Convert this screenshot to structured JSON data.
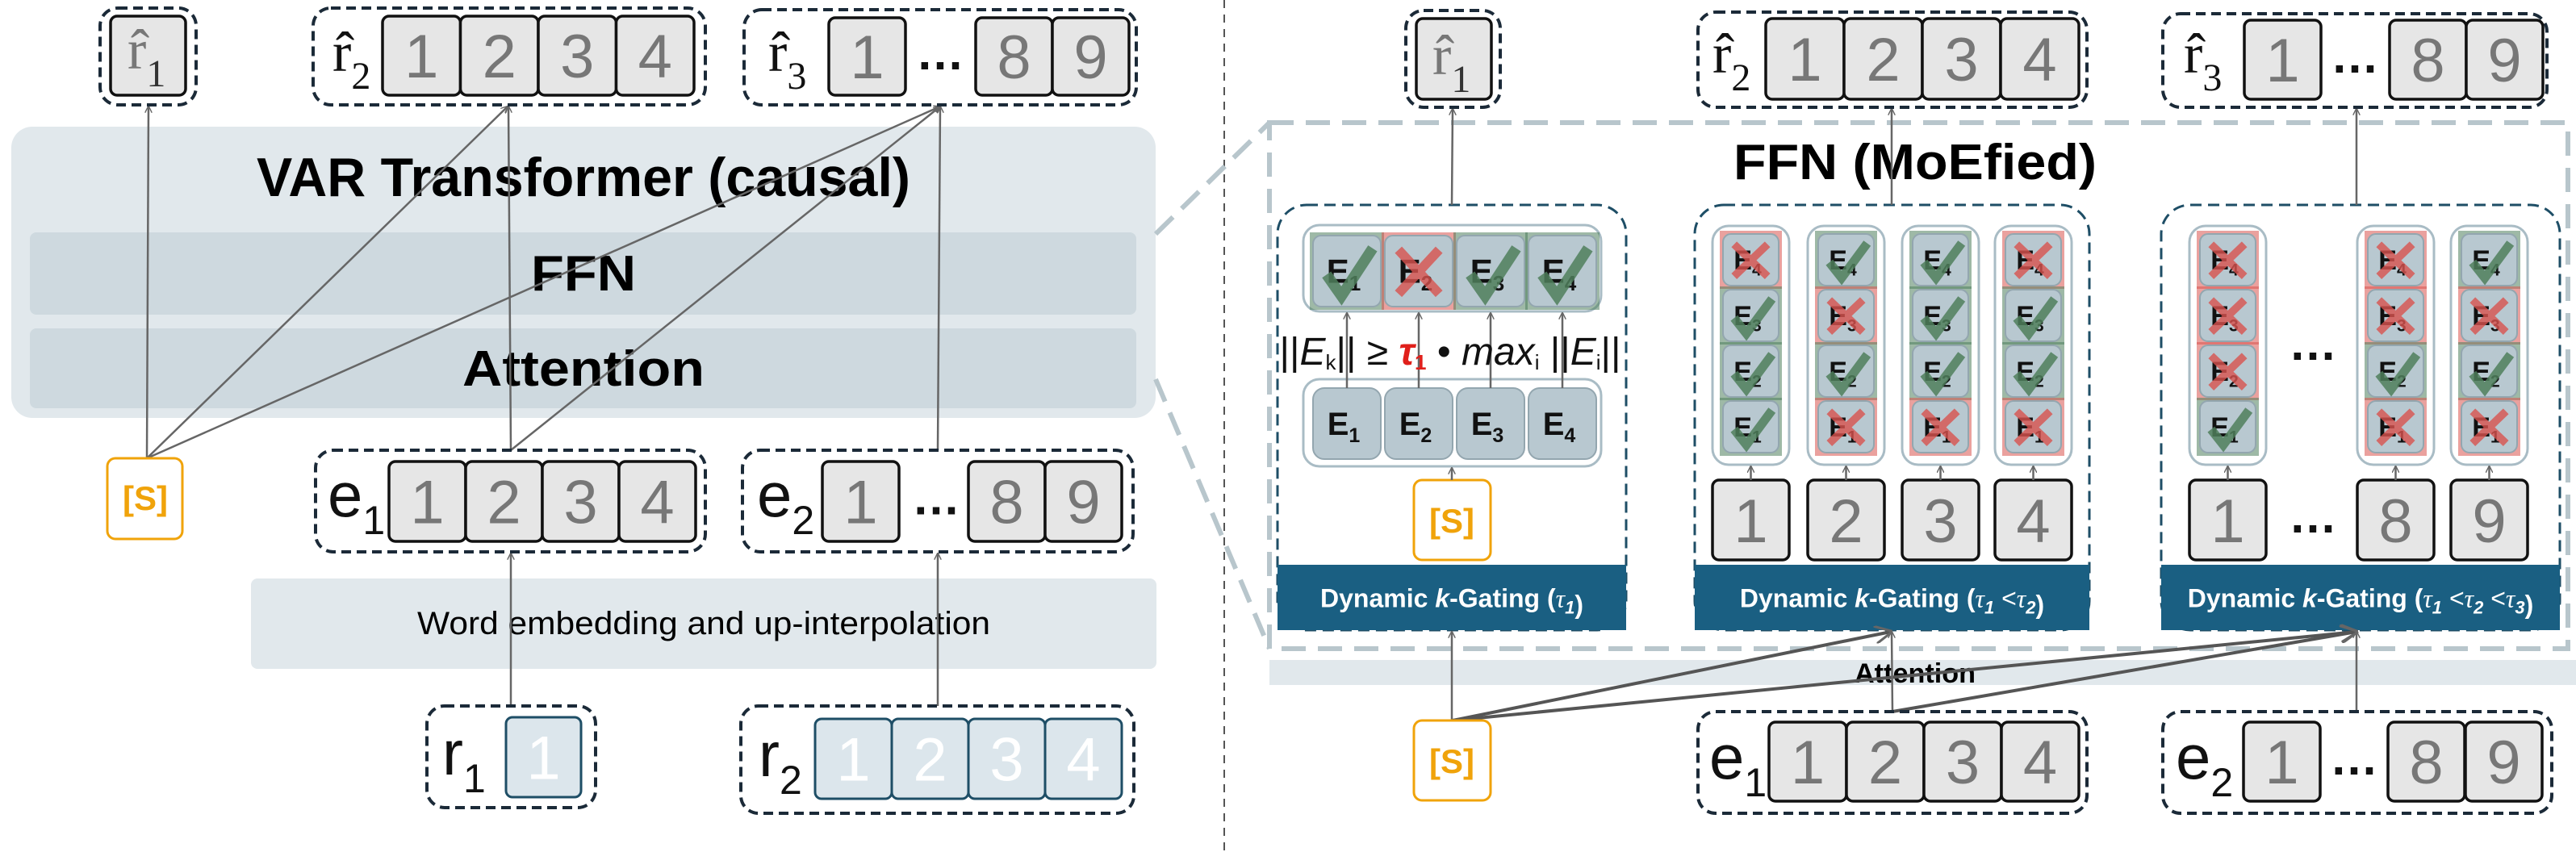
{
  "colors": {
    "block_bg": "#e1e8ec",
    "layer_bg": "#ced9df",
    "token_fill": "#e6e6e6",
    "token_text": "#777777",
    "input_fill": "#dce6ec",
    "input_border": "#1e4e66",
    "start_token": "#f0a30a",
    "expert_fill": "#b8c8d0",
    "selected": "#4f7f5c",
    "dropped": "#d9534f",
    "gating_bar": "#1a5f82",
    "tau_red": "#e0201b"
  },
  "left": {
    "title": "VAR Transformer (causal)",
    "ffn_label": "FFN",
    "attention_label": "Attention",
    "embedding_label": "Word embedding and up-interpolation",
    "start_token": "[S]",
    "r_hat_1": {
      "base": "r̂",
      "sub": "1",
      "cells": []
    },
    "r_hat_2": {
      "base": "r̂",
      "sub": "2",
      "cells": [
        "1",
        "2",
        "3",
        "4"
      ]
    },
    "r_hat_3": {
      "base": "r̂",
      "sub": "3",
      "cells": [
        "1",
        "…",
        "8",
        "9"
      ]
    },
    "e_1": {
      "base": "e",
      "sub": "1",
      "cells": [
        "1",
        "2",
        "3",
        "4"
      ]
    },
    "e_2": {
      "base": "e",
      "sub": "2",
      "cells": [
        "1",
        "…",
        "8",
        "9"
      ]
    },
    "r_1": {
      "base": "r",
      "sub": "1",
      "cells": [
        "1"
      ]
    },
    "r_2": {
      "base": "r",
      "sub": "2",
      "cells": [
        "1",
        "2",
        "3",
        "4"
      ]
    }
  },
  "right": {
    "title": "FFN (MoEfied)",
    "attention_label": "Attention",
    "start_token": "[S]",
    "r_hat_1": {
      "base": "r̂",
      "sub": "1",
      "cells": []
    },
    "r_hat_2": {
      "base": "r̂",
      "sub": "2",
      "cells": [
        "1",
        "2",
        "3",
        "4"
      ]
    },
    "r_hat_3": {
      "base": "r̂",
      "sub": "3",
      "cells": [
        "1",
        "…",
        "8",
        "9"
      ]
    },
    "e_1": {
      "base": "e",
      "sub": "1",
      "cells": [
        "1",
        "2",
        "3",
        "4"
      ]
    },
    "e_2": {
      "base": "e",
      "sub": "2",
      "cells": [
        "1",
        "…",
        "8",
        "9"
      ]
    },
    "formula": [
      {
        "text": "||"
      },
      {
        "text": "E",
        "italic": true
      },
      {
        "text": "k",
        "sub": true
      },
      {
        "text": "|| ≥ "
      },
      {
        "text": "τ",
        "italic": true,
        "red": true
      },
      {
        "text": "1",
        "sub": true,
        "red": true
      },
      {
        "text": " • "
      },
      {
        "text": "max",
        "italic": true
      },
      {
        "text": "i",
        "sub": true
      },
      {
        "text": " ||"
      },
      {
        "text": "E",
        "italic": true
      },
      {
        "text": "i",
        "sub": true
      },
      {
        "text": "||"
      }
    ],
    "gating_label": {
      "prefix": "Dynamic ",
      "k": "k",
      "mid": "-Gating (",
      "suffix": ")"
    },
    "blocks": [
      {
        "taus": [
          "1"
        ],
        "token": "[S]",
        "experts_input": [
          "1",
          "2",
          "3",
          "4"
        ],
        "experts": [
          {
            "sub": "1",
            "status": "selected"
          },
          {
            "sub": "2",
            "status": "dropped"
          },
          {
            "sub": "3",
            "status": "selected"
          },
          {
            "sub": "4",
            "status": "selected"
          }
        ]
      },
      {
        "taus": [
          "1",
          "2"
        ],
        "columns": [
          {
            "token": "1",
            "experts": [
              {
                "sub": "4",
                "status": "dropped"
              },
              {
                "sub": "3",
                "status": "selected"
              },
              {
                "sub": "2",
                "status": "selected"
              },
              {
                "sub": "1",
                "status": "selected"
              }
            ]
          },
          {
            "token": "2",
            "experts": [
              {
                "sub": "4",
                "status": "selected"
              },
              {
                "sub": "3",
                "status": "dropped"
              },
              {
                "sub": "2",
                "status": "selected"
              },
              {
                "sub": "1",
                "status": "dropped"
              }
            ]
          },
          {
            "token": "3",
            "experts": [
              {
                "sub": "4",
                "status": "selected"
              },
              {
                "sub": "3",
                "status": "selected"
              },
              {
                "sub": "2",
                "status": "selected"
              },
              {
                "sub": "1",
                "status": "dropped"
              }
            ]
          },
          {
            "token": "4",
            "experts": [
              {
                "sub": "4",
                "status": "dropped"
              },
              {
                "sub": "3",
                "status": "selected"
              },
              {
                "sub": "2",
                "status": "selected"
              },
              {
                "sub": "1",
                "status": "dropped"
              }
            ]
          }
        ]
      },
      {
        "taus": [
          "1",
          "2",
          "3"
        ],
        "ellipsis": "…",
        "columns": [
          {
            "token": "1",
            "experts": [
              {
                "sub": "4",
                "status": "dropped"
              },
              {
                "sub": "3",
                "status": "dropped"
              },
              {
                "sub": "2",
                "status": "dropped"
              },
              {
                "sub": "1",
                "status": "selected"
              }
            ]
          },
          {
            "token": "8",
            "experts": [
              {
                "sub": "4",
                "status": "dropped"
              },
              {
                "sub": "3",
                "status": "dropped"
              },
              {
                "sub": "2",
                "status": "selected"
              },
              {
                "sub": "1",
                "status": "dropped"
              }
            ]
          },
          {
            "token": "9",
            "experts": [
              {
                "sub": "4",
                "status": "selected"
              },
              {
                "sub": "3",
                "status": "dropped"
              },
              {
                "sub": "2",
                "status": "selected"
              },
              {
                "sub": "1",
                "status": "dropped"
              }
            ]
          }
        ]
      }
    ],
    "expert_letter": "E",
    "tau_symbol": "τ"
  }
}
